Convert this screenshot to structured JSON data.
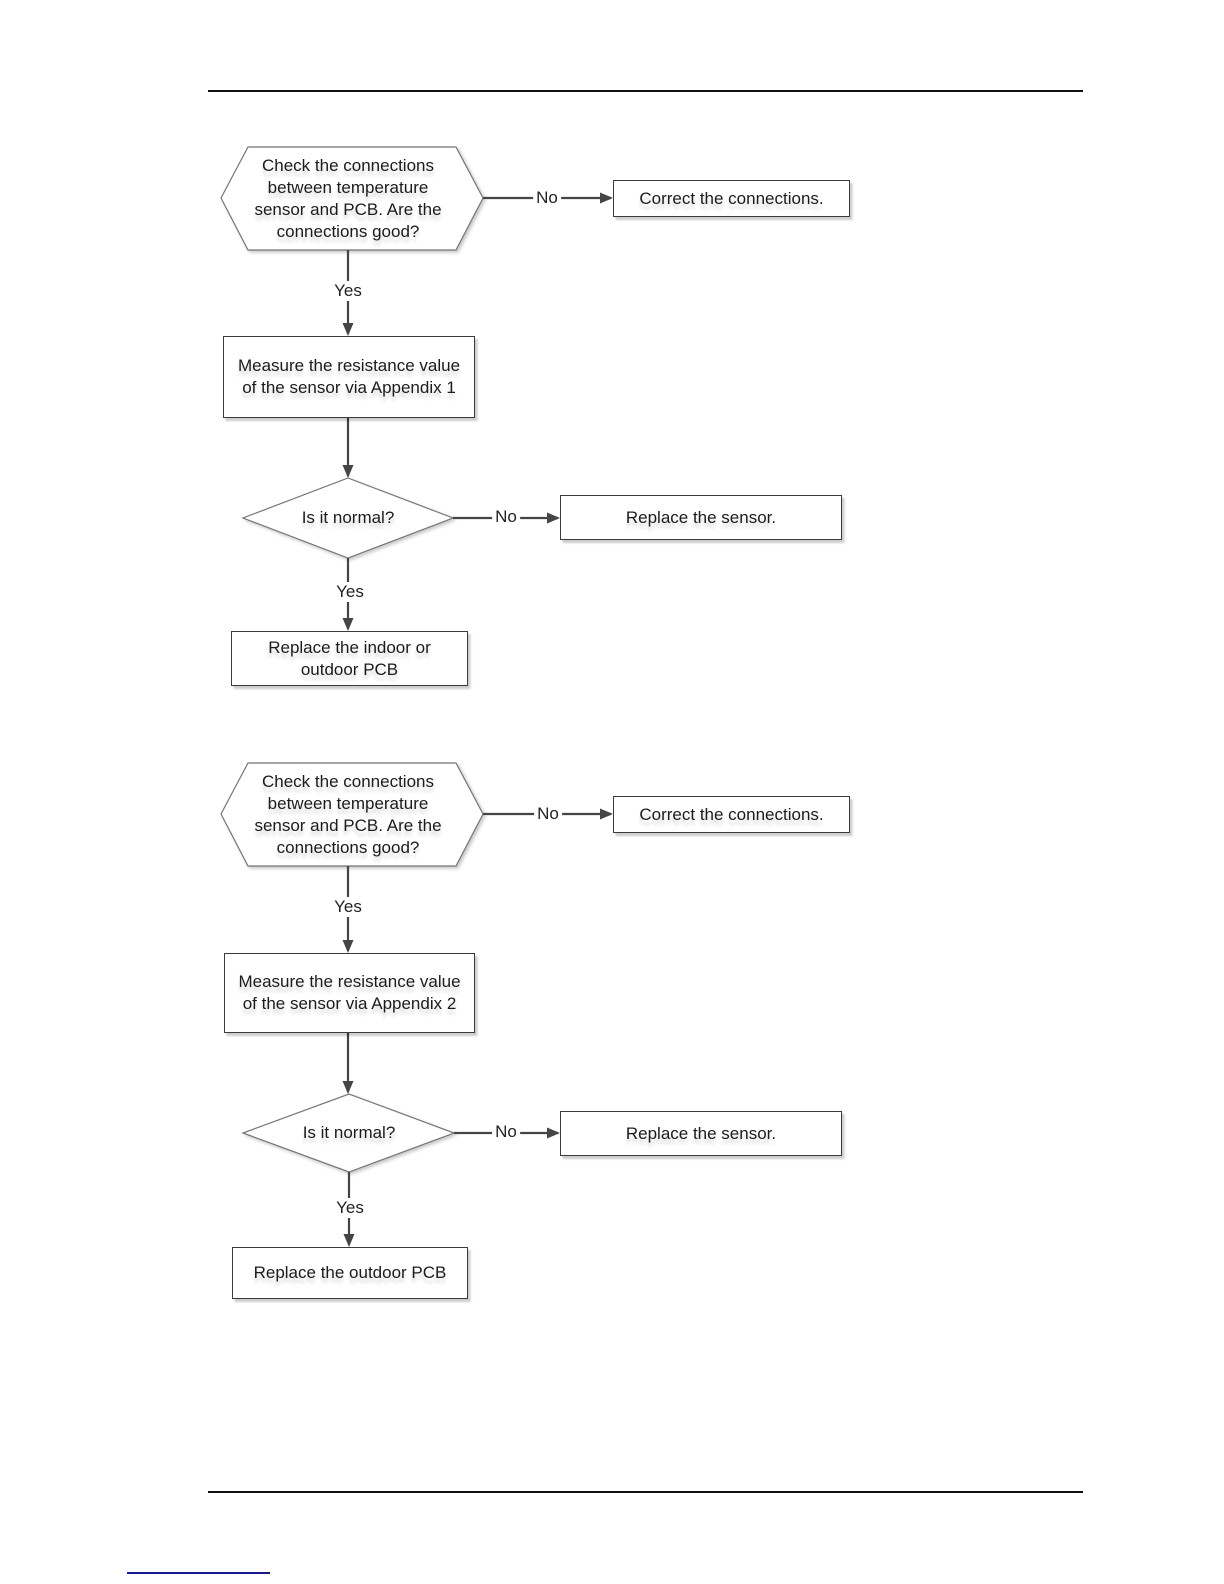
{
  "diagram": {
    "type": "flowchart",
    "description": "Two temperature-sensor troubleshooting flowcharts"
  },
  "flowcharts": [
    {
      "start": "Check the connections\nbetween temperature\nsensor and PCB. Are the\nconnections good?",
      "no": "No",
      "yes": "Yes",
      "correct": "Correct the connections.",
      "measure": "Measure the resistance value\nof the sensor via Appendix 1",
      "normal": "Is it normal?",
      "replace_sensor": "Replace the sensor.",
      "final": "Replace the indoor or\noutdoor PCB"
    },
    {
      "start": "Check the connections\nbetween temperature\nsensor and PCB. Are the\nconnections good?",
      "no": "No",
      "yes": "Yes",
      "correct": "Correct the connections.",
      "measure": "Measure the resistance value\nof the sensor via Appendix 2",
      "normal": "Is it normal?",
      "replace_sensor": "Replace the sensor.",
      "final": "Replace the outdoor PCB"
    }
  ],
  "colors": {
    "arrow": "#454545",
    "shape_outline": "#757575",
    "box_border": "#3b3b3b",
    "text": "#1c1c1c",
    "footer_link": "#1a1a8e"
  }
}
